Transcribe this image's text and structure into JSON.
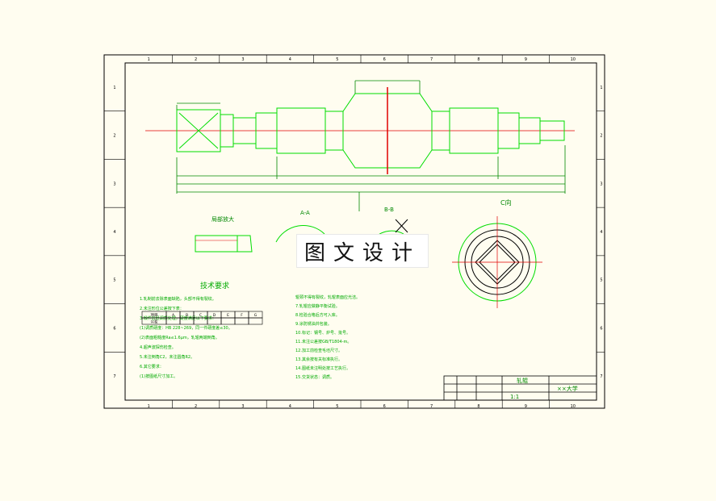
{
  "drawing": {
    "colors": {
      "background": "#fffdf0",
      "frame": "#000000",
      "geometry": "#00dd00",
      "centerline": "#e00000",
      "dimension": "#008800"
    },
    "border_ticks": {
      "columns": [
        "1",
        "2",
        "3",
        "4",
        "5",
        "6",
        "7",
        "8",
        "9",
        "10"
      ],
      "rows": [
        "1",
        "2",
        "3",
        "4",
        "5",
        "6",
        "7"
      ]
    },
    "watermark": "图文设计",
    "section_labels": {
      "section_a": "A-A",
      "section_b": "B-B",
      "view_c": "C向",
      "detail": "局部放大",
      "tech_title": "技术要求"
    },
    "tech_lines_left": [
      "1.轧制前去除表面缺陷，头部不得有裂纹。",
      "2.未注形位公差按下表：",
      "3.锻件应经调质处理，硬度满足以下要求：",
      "(1)调质硬度：HB 228~269，同一件硬度差≤30。",
      "(2)表面粗糙度Ra≤1.6μm，轧辊两端倒角。",
      "4.超声波探伤检查。",
      "5.未注倒角C2，未注圆角R2。",
      "6.其它要求：",
      "(1)按图纸尺寸加工。"
    ],
    "tech_lines_right": [
      "辊颈不得有裂纹，轧辊表面应光洁。",
      "7.轧辊应做静平衡试验。",
      "8.检验合格后方可入库。",
      "9.涂防锈油并包装。",
      "10.标记：钢号、炉号、批号。",
      "11.未注公差按GB/T1804-m。",
      "12.加工前检查毛坯尺寸。",
      "13.其余按有关标准执行。",
      "14.图纸未注明处按工艺执行。",
      "15.交货状态：调质。"
    ],
    "tolerance_table": {
      "headers": [
        "项目",
        "A",
        "B",
        "C",
        "D",
        "E",
        "F",
        "G"
      ],
      "row": [
        "公差",
        "",
        "",
        "",
        "",
        "",
        "",
        ""
      ]
    },
    "title_block": {
      "part_name": "轧辊",
      "drawing_number": "",
      "school": "××大学",
      "scale": "1:1",
      "material": "",
      "sheet": ""
    }
  }
}
